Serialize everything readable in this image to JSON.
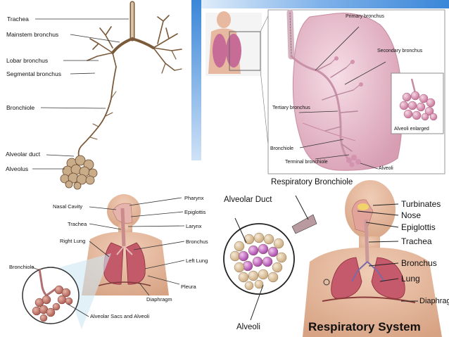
{
  "panel_top_left": {
    "labels": [
      "Trachea",
      "Mainstem bronchus",
      "Lobar bronchus",
      "Segmental bronchus",
      "Bronchiole",
      "Alveolar duct",
      "Alveolus"
    ]
  },
  "panel_top_right": {
    "labels": [
      "Primary bronchus",
      "Secondary bronchus",
      "Tertiary bronchus",
      "Bronchiole",
      "Terminal bronchiole",
      "Alveoli",
      "Alveoli enlarged"
    ]
  },
  "panel_bottom_left": {
    "labels": [
      "Nasal Cavity",
      "Trachea",
      "Right Lung",
      "Pharynx",
      "Epiglottis",
      "Larynx",
      "Bronchus",
      "Left Lung",
      "Pleura",
      "Diaphragm",
      "Bronchiole",
      "Alveolar Sacs and Alveoli"
    ]
  },
  "panel_bottom_right": {
    "title": "Respiratory System",
    "labels": [
      "Respiratory Bronchiole",
      "Alveolar Duct",
      "Alveoli",
      "Turbinates",
      "Nose",
      "Epiglottis",
      "Trachea",
      "Bronchus",
      "Lung",
      "Diaphragm"
    ]
  },
  "colors": {
    "accent_blue": "#3a86d8",
    "lung_pink": "#e9b8c8",
    "skin": "#e6b9a0",
    "sepia": "#7a5a3a"
  }
}
